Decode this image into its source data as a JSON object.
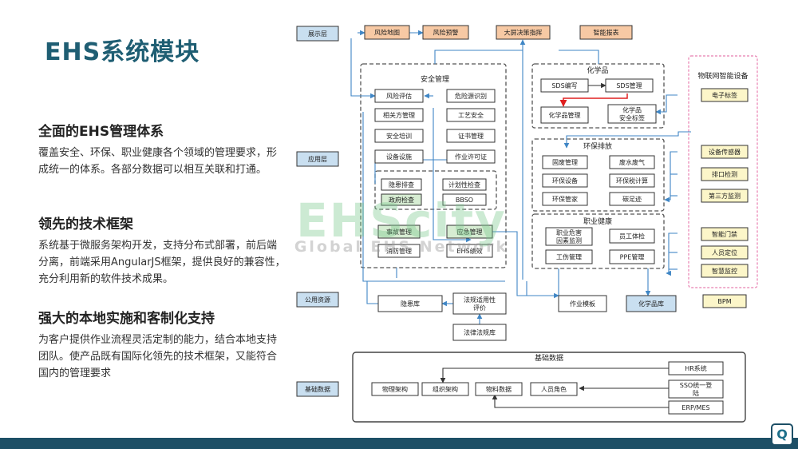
{
  "slide": {
    "title": "EHS系统模块",
    "sections": [
      {
        "heading": "全面的EHS管理体系",
        "body": "覆盖安全、环保、职业健康各个领域的管理要求，形成统一的体系。各部分数据可以相互关联和打通。"
      },
      {
        "heading": "领先的技术框架",
        "body": "系统基于微服务架构开发，支持分布式部署，前后端分离，前端采用AngularJS框架，提供良好的兼容性，充分利用新的软件技术成果。"
      },
      {
        "heading": "强大的本地实施和客制化支持",
        "body": "为客户提供作业流程灵活定制的能力，结合本地支持团队。使产品既有国际化领先的技术框架，又能符合国内的管理要求"
      }
    ],
    "watermark": {
      "main": "EHScity",
      "sub": "Global EHS Network"
    },
    "logo_glyph": "Q"
  },
  "diagram": {
    "layers": {
      "display": "展示层",
      "application": "应用层",
      "public": "公用资源",
      "base": "基础数据"
    },
    "display_items": [
      "风险地图",
      "风险预警",
      "大屏决策指挥",
      "智能报表"
    ],
    "safety": {
      "title": "安全管理",
      "items": [
        "风险评估",
        "危险源识别",
        "相关方管理",
        "工艺安全",
        "安全培训",
        "证书管理",
        "设备设施",
        "作业许可证"
      ],
      "inner": [
        "隐患排查",
        "计划性检查",
        "政府检查",
        "BBSO"
      ],
      "items2": [
        "事故管理",
        "应急管理",
        "消防管理",
        "EHS绩效"
      ]
    },
    "chemical": {
      "title": "化学品",
      "items": [
        "SDS编写",
        "SDS管理",
        "化学品管理",
        "化学品\n安全标签"
      ]
    },
    "env": {
      "title": "环保排放",
      "items": [
        "固废管理",
        "废水废气",
        "环保设备",
        "环保税计算",
        "环保管家",
        "碳足迹"
      ]
    },
    "health": {
      "title": "职业健康",
      "items": [
        "职业危害\n因素监测",
        "员工体检",
        "工伤管理",
        "PPE管理"
      ]
    },
    "iot": {
      "title": "物联网智能设备",
      "items": [
        "电子标签",
        "设备传感器",
        "排口检测",
        "第三方监测",
        "智能门禁",
        "人员定位",
        "智慧监控"
      ],
      "bpm": "BPM"
    },
    "public_items": [
      "隐患库",
      "法规适用性\n评价",
      "法律法规库",
      "作业模板",
      "化学品库"
    ],
    "base": {
      "title": "基础数据",
      "items": [
        "物理架构",
        "组织架构",
        "物料数据",
        "人员角色"
      ],
      "sources": [
        "HR系统",
        "SSO统一登\n陆",
        "ERP/MES"
      ]
    },
    "colors": {
      "layer_fill": "#c9dff0",
      "green_fill": "#d6ecd2",
      "orange_fill": "#f7c9a4",
      "yellow_fill": "#fcf6c9",
      "line": "#3f86c5",
      "red": "#e02020",
      "iot_border": "#e87fb0"
    }
  }
}
